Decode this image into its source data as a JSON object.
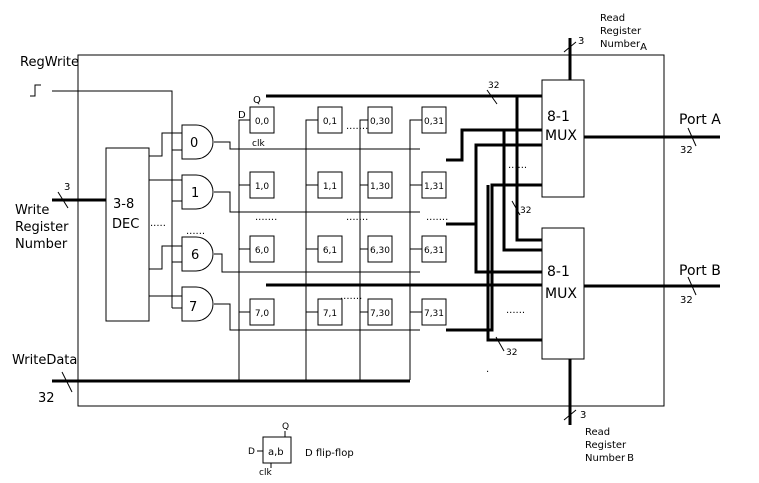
{
  "labels": {
    "regwrite": "RegWrite",
    "write_reg_1": "Write",
    "write_reg_2": "Register",
    "write_reg_3": "Number",
    "write_reg_width": "3",
    "writedata": "WriteData",
    "writedata_width": "32",
    "read_a_1": "Read",
    "read_a_2": "Register",
    "read_a_3": "Number",
    "read_a_sub": "A",
    "read_a_width": "3",
    "read_b_1": "Read",
    "read_b_2": "Register",
    "read_b_3": "Number",
    "read_b_sub": "B",
    "read_b_width": "3",
    "port_a": "Port A",
    "port_a_width": "32",
    "port_b": "Port B",
    "port_b_width": "32",
    "bus_32": "32"
  },
  "decoder": {
    "line1": "3-8",
    "line2": "DEC",
    "dots": "....."
  },
  "gates": [
    "0",
    "1",
    "6",
    "7"
  ],
  "gate_dots": "......",
  "mux": {
    "line1": "8-1",
    "line2": "MUX",
    "dots": "......"
  },
  "cells": [
    [
      "0,0",
      "0,1",
      "0,30",
      "0,31"
    ],
    [
      "1,0",
      "1,1",
      "1,30",
      "1,31"
    ],
    [
      "6,0",
      "6,1",
      "6,30",
      "6,31"
    ],
    [
      "7,0",
      "7,1",
      "7,30",
      "7,31"
    ]
  ],
  "cell_pins": {
    "d": "D",
    "q": "Q",
    "clk": "clk"
  },
  "col_dots": ".......",
  "legend": {
    "cell": "a,b",
    "d": "D",
    "q": "Q",
    "clk": "clk",
    "name": "D flip-flop"
  }
}
